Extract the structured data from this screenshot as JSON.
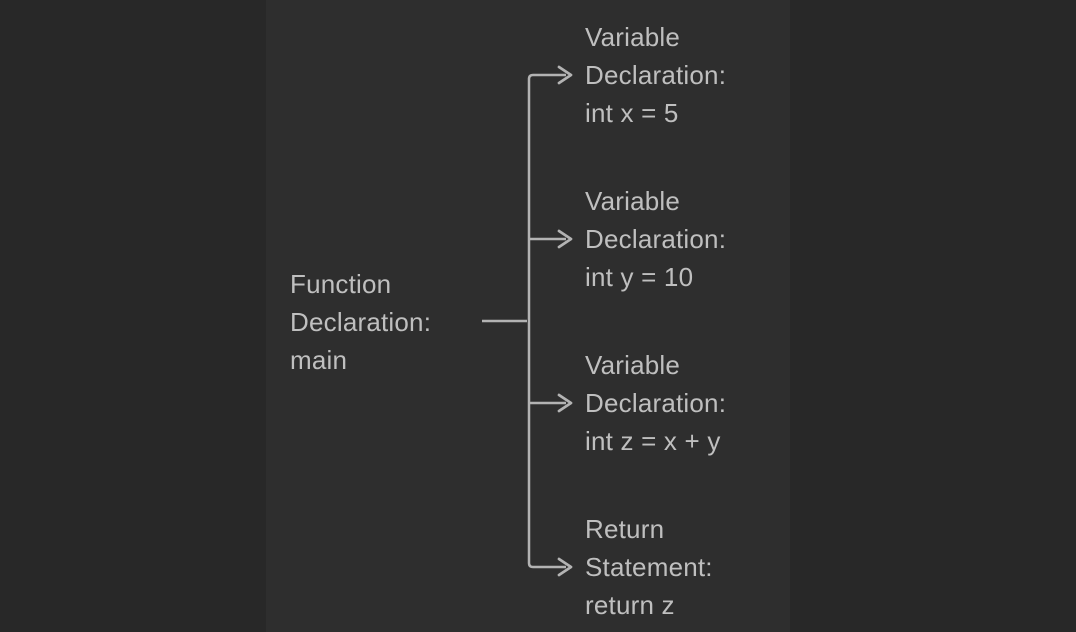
{
  "colors": {
    "background": "#282828",
    "panel": "#2e2e2e",
    "line": "#b3b3b3",
    "text": "#bfbfbf"
  },
  "diagram": {
    "type": "tree",
    "root": {
      "label": "Function\nDeclaration:\nmain"
    },
    "children": [
      {
        "label": "Variable\nDeclaration:\nint x = 5"
      },
      {
        "label": "Variable\nDeclaration:\nint y = 10"
      },
      {
        "label": "Variable\nDeclaration:\nint z = x + y"
      },
      {
        "label": "Return\nStatement:\nreturn z"
      }
    ]
  }
}
